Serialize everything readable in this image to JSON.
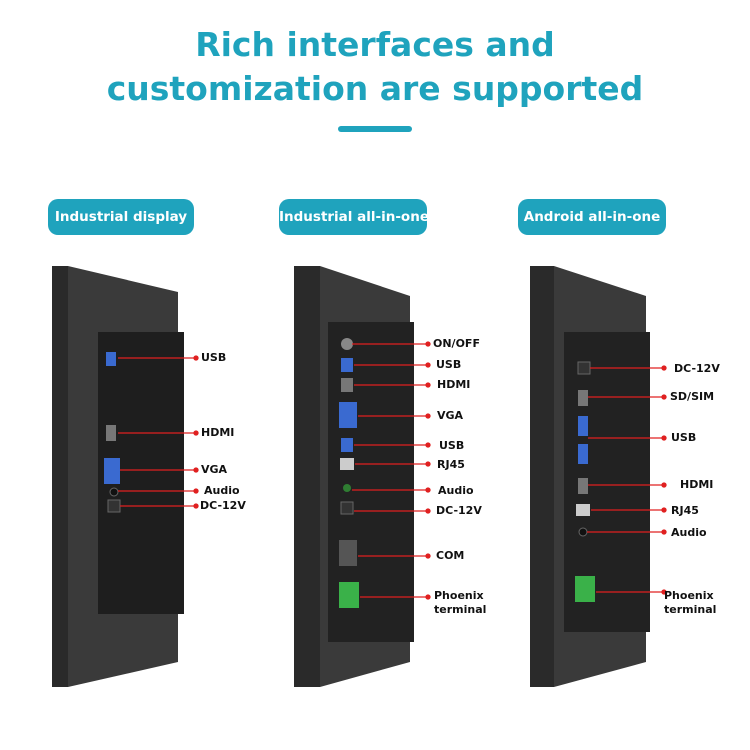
{
  "header": {
    "title_line1": "Rich interfaces and",
    "title_line2": "customization are supported",
    "accent_color": "#1fa3bd"
  },
  "products": [
    {
      "name": "Industrial display",
      "ports": [
        "USB",
        "HDMI",
        "VGA",
        "Audio",
        "DC-12V"
      ]
    },
    {
      "name": "Industrial all-in-one",
      "ports": [
        "ON/OFF",
        "USB",
        "HDMI",
        "VGA",
        "USB",
        "RJ45",
        "Audio",
        "DC-12V",
        "COM",
        "Phoenix",
        "terminal"
      ]
    },
    {
      "name": "Android all-in-one",
      "ports": [
        "DC-12V",
        "SD/SIM",
        "USB",
        "HDMI",
        "RJ45",
        "Audio",
        "Phoenix",
        "terminal"
      ]
    }
  ]
}
